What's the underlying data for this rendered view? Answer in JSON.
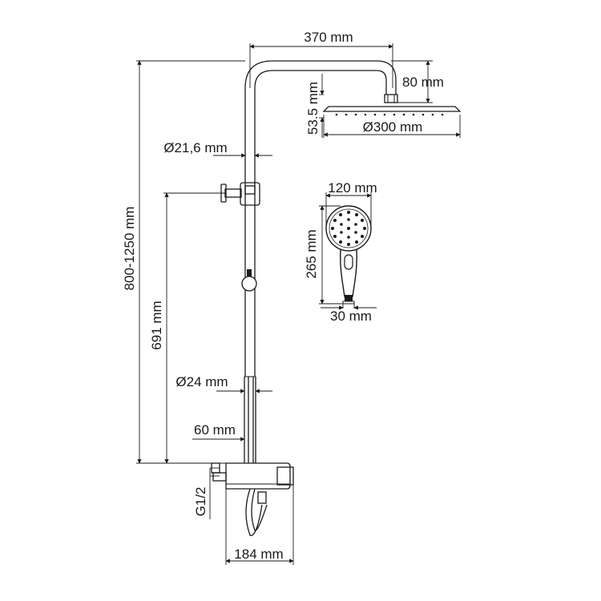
{
  "dimensions": {
    "arm_length": "370 mm",
    "arm_drop": "80 mm",
    "head_thickness": "53.5 mm",
    "head_diameter": "Ø300 mm",
    "upper_pipe_diameter": "Ø21,6 mm",
    "hand_head_width": "120 mm",
    "hand_length": "265 mm",
    "hand_handle_width": "30 mm",
    "total_height": "800-1250 mm",
    "slider_height": "691 mm",
    "lower_pipe_diameter": "Ø24 mm",
    "mixer_offset": "60 mm",
    "thread": "G1/2",
    "mixer_depth": "184 mm"
  }
}
